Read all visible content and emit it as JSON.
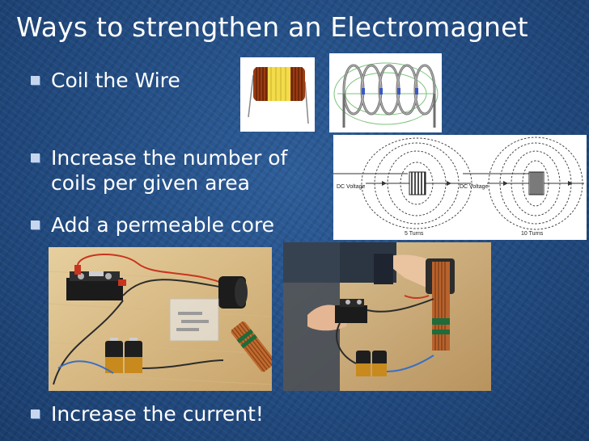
{
  "slide": {
    "title": "Ways to strengthen an Electromagnet",
    "bullets": [
      {
        "text": "Coil the Wire"
      },
      {
        "text": "Increase the number of coils per given area"
      },
      {
        "text": "Add a permeable core"
      },
      {
        "text": "Increase the current!"
      }
    ]
  },
  "diagram": {
    "left_label": "DC Voltage",
    "right_label": "DC Voltage",
    "left_turns": "5 Turns",
    "right_turns": "10 Turns"
  },
  "colors": {
    "bullet_marker": "#c7d6ef",
    "text": "#ffffff",
    "background": "#244f86"
  }
}
